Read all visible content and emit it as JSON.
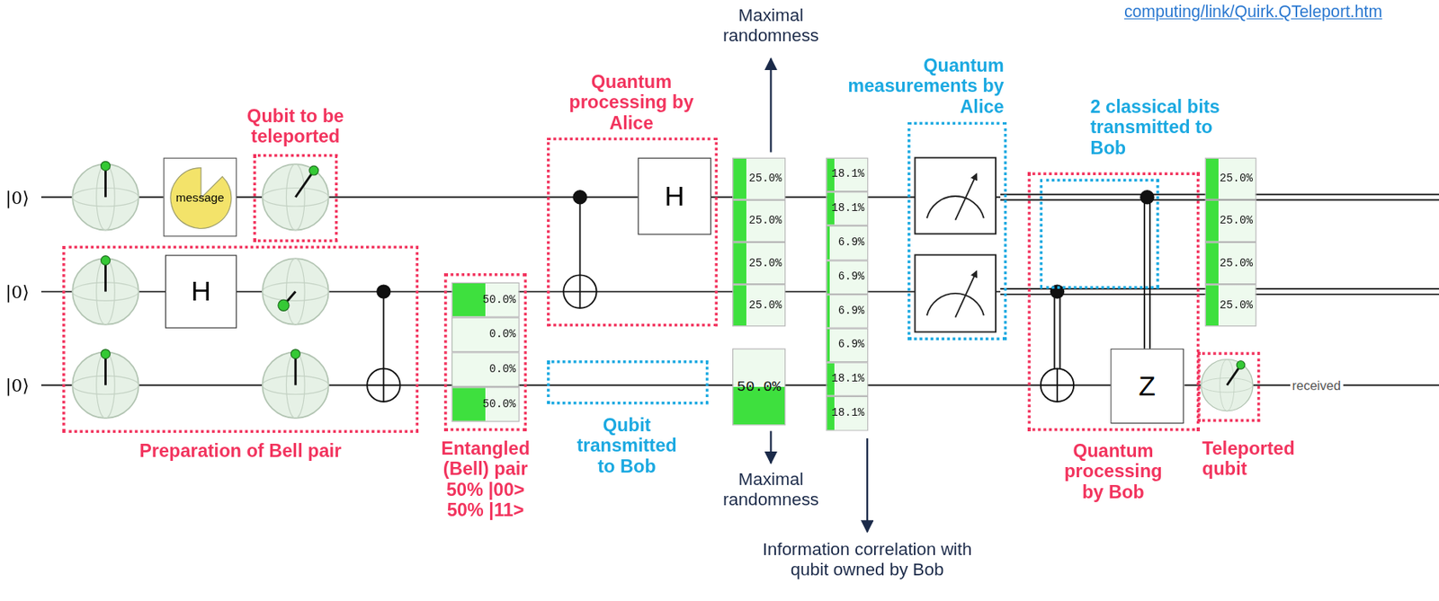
{
  "diagram": {
    "nodes": [
      {
        "text": [
          "message"
        ]
      },
      {
        "text": [
          "Qubit to be teleported"
        ]
      },
      {
        "text": [
          "Preparation of Bell pair"
        ]
      },
      {
        "text": [
          "H"
        ],
        "in": 2
      },
      {
        "text": [
          "Entangled (Bell) pair 50% |00> 50% |11>"
        ]
      },
      {
        "text": [
          "Quantum processing by Alice"
        ]
      },
      {
        "text": [
          "H"
        ],
        "in": 5
      },
      {
        "text": [
          "Qubit transmitted to Bob"
        ]
      },
      {
        "text": [
          "Quantum measurements by Alice"
        ]
      },
      {
        "text": [
          "Quantum processing by Bob"
        ]
      },
      {
        "text": [
          "2 classical bits transmitted to Bob"
        ],
        "in": 9
      },
      {
        "text": [
          "Z"
        ],
        "in": 9
      },
      {
        "text": [
          "Teleported qubit"
        ]
      }
    ],
    "labels": [
      "computing/link/Quirk.QTeleport.htm",
      "|0⟩",
      "|0⟩",
      "|0⟩",
      "50.0%",
      "0.0%",
      "0.0%",
      "50.0%",
      "Maximal randomness",
      "25.0%",
      "25.0%",
      "25.0%",
      "25.0%",
      "50.0%",
      "Maximal randomness",
      "18.1%",
      "18.1%",
      "6.9%",
      "6.9%",
      "6.9%",
      "6.9%",
      "18.1%",
      "18.1%",
      "Information correlation with qubit owned by Bob",
      "25.0%",
      "25.0%",
      "25.0%",
      "25.0%",
      "received"
    ]
  }
}
